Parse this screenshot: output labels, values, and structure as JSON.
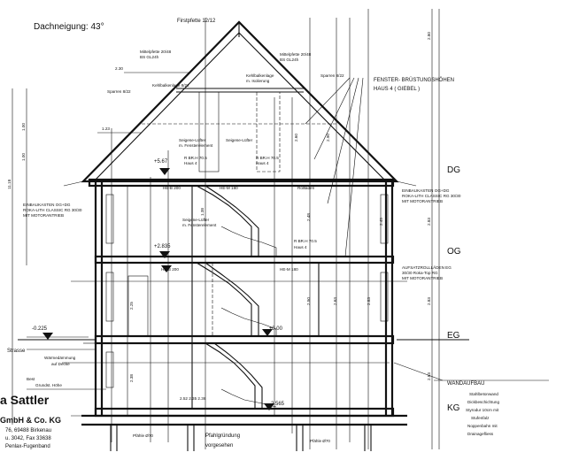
{
  "roof_pitch_label": "Dachneigung: 43°",
  "top_labels": {
    "ridge_purlin": "Firstpfette 12/12",
    "mid_purlin_left_1": "Mittelpfette 20/48",
    "mid_purlin_left_2": "BS GL24h",
    "mid_purlin_right_1": "Mittelpfette 20/48",
    "mid_purlin_right_2": "BS GL24h",
    "collar_beam_1": "Kehlbalkenlage",
    "collar_beam_2": "m. Isolierung",
    "collar_beam_left": "Kehlbalkenlage 8/22",
    "rafter_left": "Sparren 8/22",
    "rafter_right": "Sparren 8/22"
  },
  "window_heading": {
    "line1": "FENSTER- BRÜSTUNGSHÖHEN",
    "line2": "HAUS 4 ( GIEBEL )"
  },
  "left_labels": {
    "shutter_box": [
      "EINBAUKASTEN OG+DG",
      "ROKA-LITH CLASSIC RG 30/30",
      "MIT MOTORANTRIEB"
    ],
    "street": "Strasse",
    "insulation": "Wärmedämmung",
    "insulation_2": "auf Decke",
    "grundst": "Grundst. Höhe",
    "best": "Best"
  },
  "right_labels": {
    "shutter_box": [
      "EINBAUKASTEN OG+DG",
      "ROKA-LITH CLASSIC RG 30/30",
      "MIT MOTORANTRIEB"
    ],
    "roller_eg": [
      "AUFSATZROLLLÄDEN EG",
      "30/30 Roka-Top RG",
      "MIT MOTORANTRIEB"
    ],
    "wall_heading": "WANDAUFBAU",
    "wall_layers": [
      "Stahlbetonwand",
      "Dickbeschichtung",
      "Styrodur 10cm mit",
      "Stufenfalz",
      "Noppenbahn mit",
      "Drainagefliess"
    ]
  },
  "floors": {
    "dg": "DG",
    "og": "OG",
    "eg": "EG",
    "kg": "KG"
  },
  "levels": {
    "dg_level": "+5.67",
    "og_level": "+2.835",
    "eg_level": "±0.00",
    "kg_level": "-2.565",
    "street_level": "-0.225"
  },
  "beams": {
    "he_b_200_top": "HE-B 200",
    "he_m_180_top": "HE-M 180",
    "he_b_200_mid": "HE-B 200",
    "he_m_180_mid": "HE-M 180"
  },
  "inner_labels": {
    "ventilator": "Seigene-Lüfter",
    "ventilator_2": "m. Fensterelement",
    "haus": "Haus 4",
    "rbr": "R BR.H 70.5",
    "rollladen": "Rollladen",
    "kg_dim": "2.52 2.35 2.36",
    "foundation": "Pfahlgründung",
    "foundation_2": "vorgesehen",
    "pile_left": "Pfähle Ø70",
    "pile_right": "Pfähle Ø70"
  },
  "dimensions": {
    "left_a": "1.00",
    "left_b": "1.00",
    "left_total": "11.18",
    "top_1": "2.30",
    "top_2": "1.23",
    "top_3": "2.90",
    "right_1": "2.80",
    "right_2": "2.83",
    "right_3": "2.83",
    "right_4": "2.83",
    "right_5": "2.83",
    "mid_1": "1.38",
    "mid_2": "2.48",
    "mid_3": "2.50",
    "mid_4": "2.25",
    "mid_5": "2.38",
    "mid_6": "2.63",
    "mid_7": "2.60",
    "mid_8": "2.45"
  },
  "company": {
    "name": "a Sattler",
    "legal": "GmbH & Co. KG",
    "address": "76, 69488 Birkenau",
    "phone": "u. 3042, Fax 33638",
    "bottom": "Penlax-Fugenband"
  }
}
